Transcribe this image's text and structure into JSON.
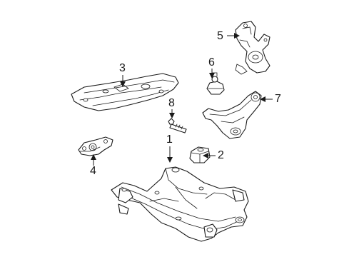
{
  "diagram": {
    "callouts": [
      {
        "id": "1",
        "label": "1"
      },
      {
        "id": "2",
        "label": "2"
      },
      {
        "id": "3",
        "label": "3"
      },
      {
        "id": "4",
        "label": "4"
      },
      {
        "id": "5",
        "label": "5"
      },
      {
        "id": "6",
        "label": "6"
      },
      {
        "id": "7",
        "label": "7"
      },
      {
        "id": "8",
        "label": "8"
      }
    ],
    "colors": {
      "line": "#1a1a1a",
      "background": "#ffffff"
    }
  }
}
